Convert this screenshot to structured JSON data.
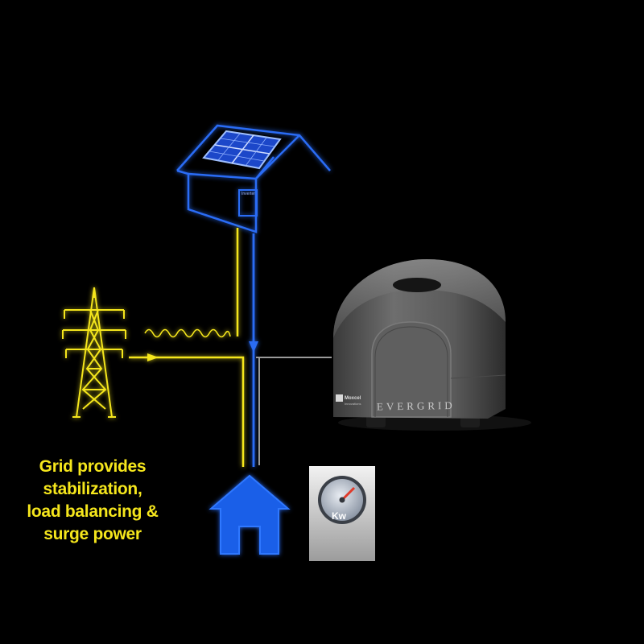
{
  "caption": {
    "lines": [
      "Grid provides",
      "stabilization,",
      "load balancing &",
      "surge power"
    ]
  },
  "labels": {
    "inverter": "Inverter",
    "unit_brand": "EVERGRID",
    "unit_maker": "Moxcel",
    "unit_maker_sub": "Innovations",
    "meter_unit": "Kw"
  },
  "colors": {
    "background": "#000000",
    "grid_line": "#f5e61c",
    "solar_line": "#2a6cf5",
    "unit_line": "#9a9a9a",
    "house_fill": "#1a5fe8",
    "meter_needle": "#e03a2a"
  },
  "icons": [
    "solar-house-icon",
    "transmission-tower-icon",
    "home-icon",
    "kw-meter-icon",
    "evergrid-unit-icon"
  ]
}
